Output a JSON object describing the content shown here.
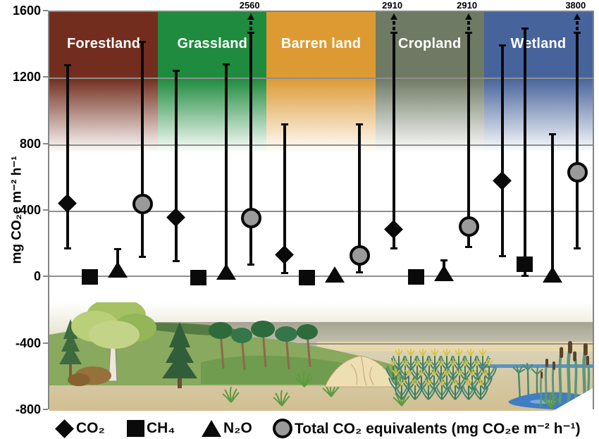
{
  "y_axis": {
    "title": "mg CO₂e m⁻² h⁻¹",
    "ticks": [
      "1600",
      "1200",
      "800",
      "400",
      "0",
      "-400",
      "-800"
    ]
  },
  "legend": {
    "items": [
      {
        "marker": "diamond-icon",
        "label": "CO₂"
      },
      {
        "marker": "square-icon",
        "label": "CH₄"
      },
      {
        "marker": "triangle-icon",
        "label": "N₂O"
      },
      {
        "marker": "circle-icon",
        "label": "Total CO₂ equivalents (mg CO₂e m⁻² h⁻¹)"
      }
    ]
  },
  "chart_data": {
    "type": "scatter",
    "title": "",
    "xlabel": "",
    "ylabel": "mg CO₂e m⁻² h⁻¹",
    "ylim": [
      -800,
      1600
    ],
    "y_ticks": [
      1600,
      1200,
      800,
      400,
      0,
      -400,
      -800
    ],
    "grid": true,
    "legend_position": "bottom",
    "categories": [
      "Forestland",
      "Grassland",
      "Barren land",
      "Cropland",
      "Wetland"
    ],
    "band_colors": [
      "#732d1e",
      "#1e8b3e",
      "#dd9a33",
      "#6e7a64",
      "#46639c"
    ],
    "marker_fill": "#0a0a0a",
    "total_marker_fill": "#9a9a9a",
    "series": [
      {
        "name": "CO₂",
        "marker": "diamond",
        "values": [
          440,
          355,
          125,
          280,
          575
        ],
        "err_low": [
          165,
          90,
          15,
          165,
          120
        ],
        "err_high": [
          1280,
          1245,
          920,
          null,
          1400
        ],
        "off_chart_high": [
          null,
          null,
          null,
          2910,
          null
        ]
      },
      {
        "name": "CH₄",
        "marker": "square",
        "values": [
          -5,
          -10,
          -10,
          -5,
          70
        ],
        "err_low": [
          null,
          null,
          null,
          null,
          0
        ],
        "err_high": [
          null,
          null,
          null,
          null,
          1500
        ],
        "off_chart_high": [
          null,
          null,
          null,
          null,
          null
        ]
      },
      {
        "name": "N₂O",
        "marker": "triangle",
        "values": [
          30,
          15,
          0,
          5,
          0
        ],
        "err_low": [
          null,
          null,
          null,
          null,
          null
        ],
        "err_high": [
          165,
          1285,
          null,
          95,
          860
        ],
        "off_chart_high": [
          null,
          null,
          null,
          null,
          null
        ]
      },
      {
        "name": "Total CO₂ equivalents",
        "marker": "circle",
        "values": [
          440,
          355,
          125,
          300,
          630
        ],
        "err_low": [
          115,
          65,
          20,
          175,
          165
        ],
        "err_high": [
          1420,
          null,
          920,
          null,
          null
        ],
        "off_chart_high": [
          null,
          2560,
          null,
          2910,
          3800
        ]
      }
    ]
  }
}
